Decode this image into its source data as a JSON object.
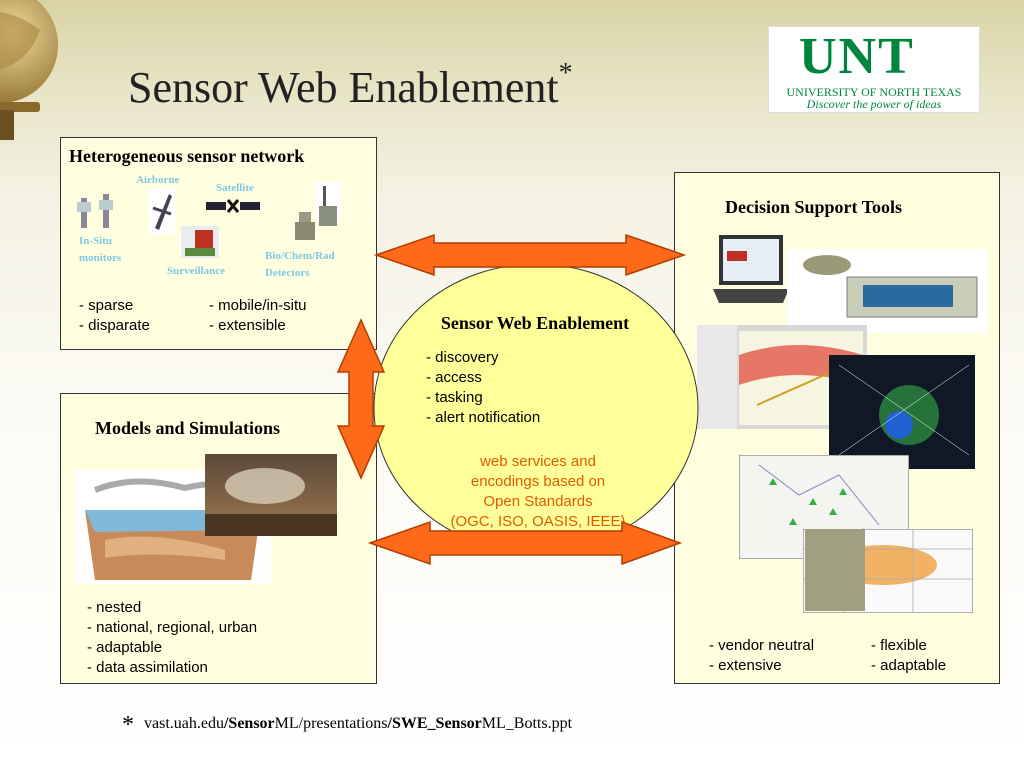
{
  "slide": {
    "title": "Sensor Web Enablement",
    "title_marker": "*",
    "logo": {
      "mark": "UNT",
      "university": "UNIVERSITY OF NORTH TEXAS",
      "tagline": "Discover the power of ideas",
      "color": "#00853e"
    }
  },
  "sensor_network": {
    "title": "Heterogeneous sensor network",
    "labels": {
      "airborne": "Airborne",
      "satellite": "Satellite",
      "in_situ_1": "In-Situ",
      "in_situ_2": "monitors",
      "surveillance": "Surveillance",
      "bio_1": "Bio/Chem/Rad",
      "bio_2": "Detectors"
    },
    "bullets_left": [
      "- sparse",
      "- disparate"
    ],
    "bullets_right": [
      "- mobile/in-situ",
      "- extensible"
    ]
  },
  "models": {
    "title": "Models and Simulations",
    "bullets": [
      "- nested",
      "- national, regional, urban",
      "- adaptable",
      "- data assimilation"
    ]
  },
  "decision": {
    "title": "Decision Support Tools",
    "bullets_left": [
      "- vendor neutral",
      "- extensive"
    ],
    "bullets_right": [
      "- flexible",
      "- adaptable"
    ]
  },
  "center": {
    "title": "Sensor Web Enablement",
    "bullets": [
      "- discovery",
      "- access",
      "- tasking",
      "- alert notification"
    ],
    "standards": [
      "web services and",
      "encodings based on",
      "Open Standards",
      "(OGC, ISO, OASIS, IEEE)"
    ],
    "standards_color": "#e05a00",
    "ellipse_color": "#ffff99"
  },
  "footnote": {
    "star": "*",
    "p1": "vast.uah.edu",
    "p2": "/Sensor",
    "p3": "ML/presentations",
    "p4": "/SWE_Sensor",
    "p5": "ML_Botts.ppt"
  },
  "colors": {
    "arrow_fill": "#ff6a1a",
    "arrow_stroke": "#b33c00",
    "panel_bg": "#ffffe0"
  }
}
